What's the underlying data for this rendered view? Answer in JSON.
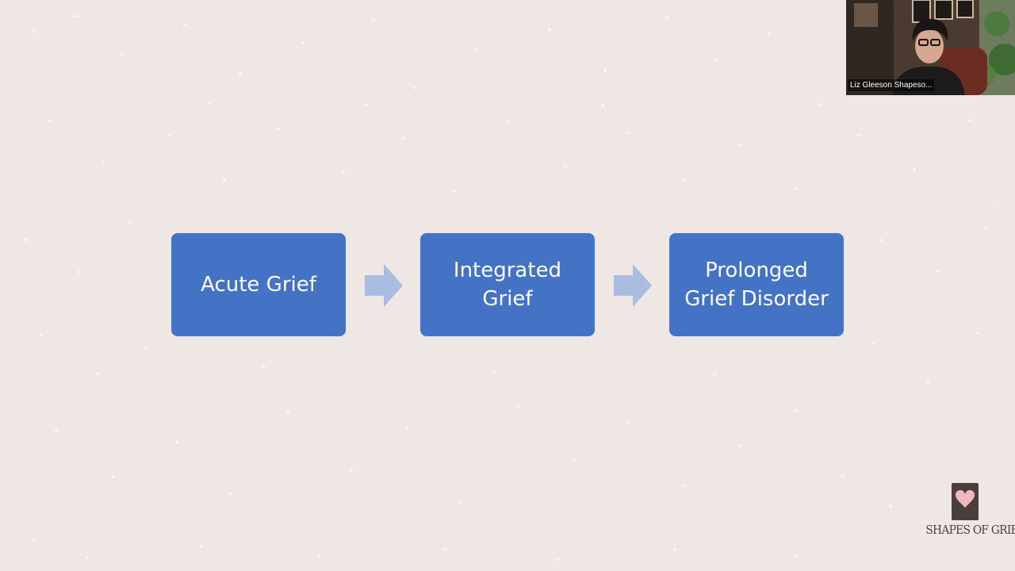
{
  "slide": {
    "boxes": [
      {
        "label": "Acute Grief"
      },
      {
        "label": "Integrated\nGrief"
      },
      {
        "label": "Prolonged\nGrief Disorder"
      }
    ],
    "arrows": [
      "arrow-right-icon",
      "arrow-right-icon"
    ],
    "colors": {
      "background": "#efe7e3",
      "box_fill": "#4472c4",
      "arrow_fill": "#a9bde0"
    }
  },
  "video": {
    "participant_name": "Liz Gleeson Shapeso..."
  },
  "logo": {
    "icon": "heart-icon",
    "text": "SHAPES OF GRIEF",
    "colors": {
      "tile": "#4a403b",
      "heart": "#f1b9bd"
    }
  }
}
